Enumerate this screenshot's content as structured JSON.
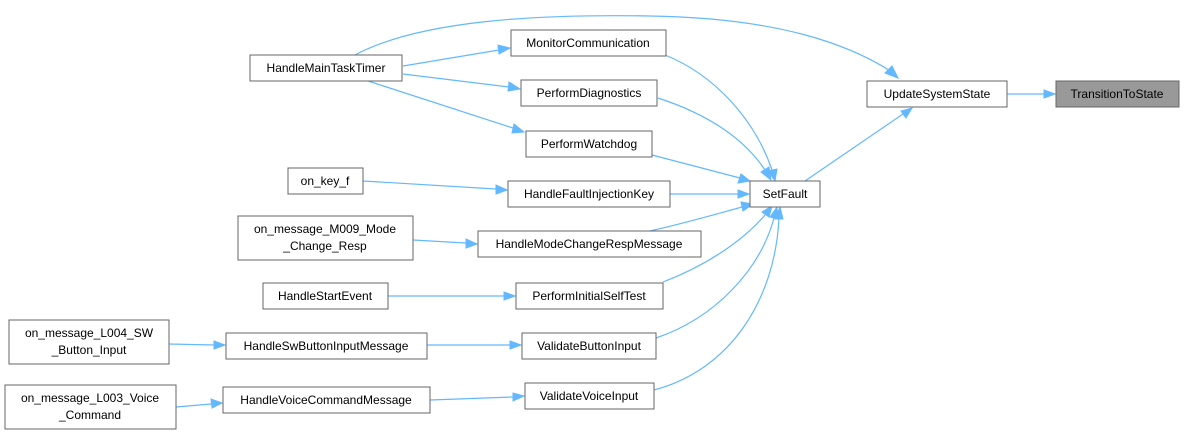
{
  "nodes": {
    "handle_main_task_timer": "HandleMainTaskTimer",
    "monitor_communication": "MonitorCommunication",
    "perform_diagnostics": "PerformDiagnostics",
    "perform_watchdog": "PerformWatchdog",
    "on_key_f": "on_key_f",
    "handle_fault_injection_key": "HandleFaultInjectionKey",
    "on_message_m009_line1": "on_message_M009_Mode",
    "on_message_m009_line2": "_Change_Resp",
    "handle_mode_change_resp_message": "HandleModeChangeRespMessage",
    "handle_start_event": "HandleStartEvent",
    "perform_initial_self_test": "PerformInitialSelfTest",
    "on_message_l004_line1": "on_message_L004_SW",
    "on_message_l004_line2": "_Button_Input",
    "handle_sw_button_input_message": "HandleSwButtonInputMessage",
    "validate_button_input": "ValidateButtonInput",
    "on_message_l003_line1": "on_message_L003_Voice",
    "on_message_l003_line2": "_Command",
    "handle_voice_command_message": "HandleVoiceCommandMessage",
    "validate_voice_input": "ValidateVoiceInput",
    "set_fault": "SetFault",
    "update_system_state": "UpdateSystemState",
    "transition_to_state": "TransitionToState"
  },
  "colors": {
    "edge": "#63b8ff",
    "node_border": "#666666",
    "highlight_fill": "#999999",
    "background": "#ffffff"
  }
}
